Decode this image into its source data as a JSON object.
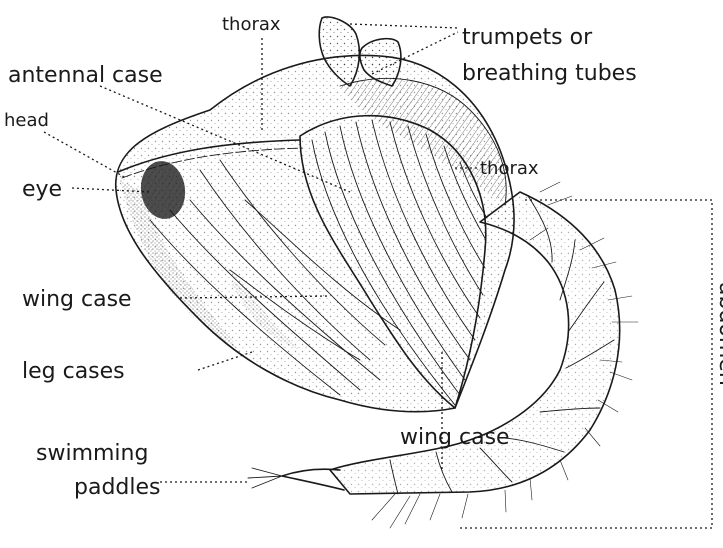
{
  "labels": {
    "thorax_top": "thorax",
    "trumpets_1": "trumpets   or",
    "trumpets_2": "breathing   tubes",
    "antennal_case": "antennal case",
    "head": "head",
    "eye": "eye",
    "thorax_right": "thorax",
    "wing_case_left": "wing case",
    "leg_cases": "leg cases",
    "wing_case_bottom": "wing case",
    "swimming_1": "swimming",
    "swimming_2": "paddles",
    "abdomen": "abdomen"
  }
}
